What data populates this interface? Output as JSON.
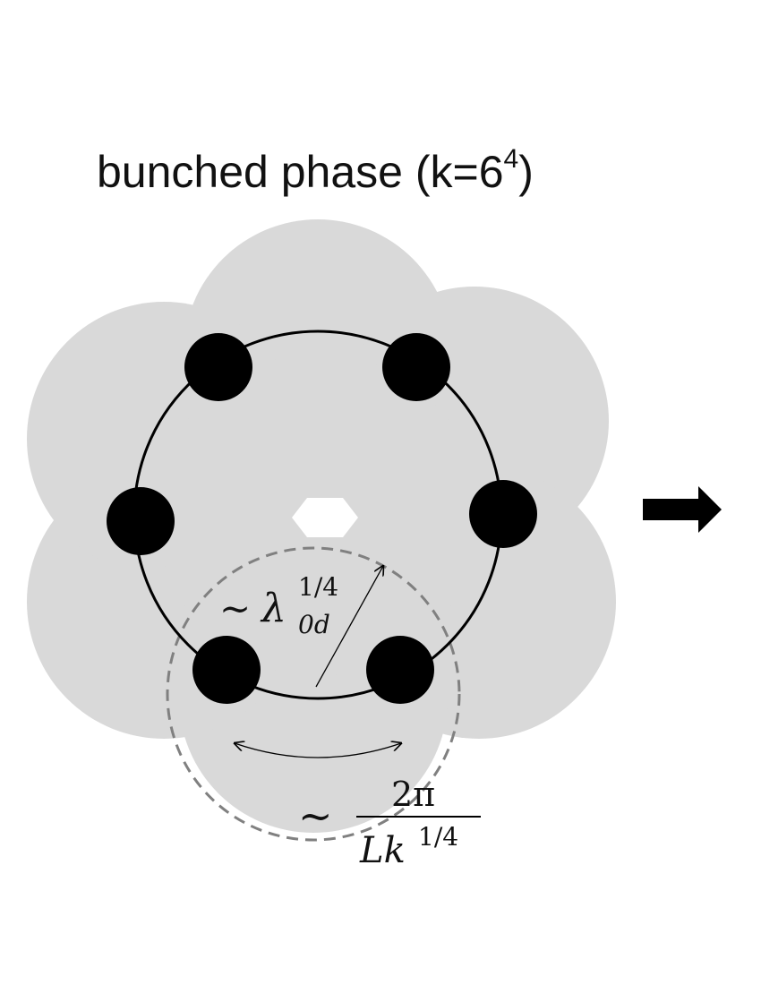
{
  "title": {
    "main": "bunched phase (k=6",
    "exponent": "4",
    "close": ")"
  },
  "radius_label": {
    "tilde": "~",
    "symbol": "λ",
    "superscript": "1/4",
    "subscript": "0d"
  },
  "spacing_label": {
    "tilde": "~",
    "numerator": "2π",
    "denominator_base": "Lk",
    "denominator_exp": "1/4"
  },
  "bunch_count": 6,
  "colors": {
    "shaded_region": "#d9d9d9",
    "ring": "#000000",
    "particles": "#000000",
    "dashed_circle": "#808080",
    "arrow": "#000000"
  }
}
